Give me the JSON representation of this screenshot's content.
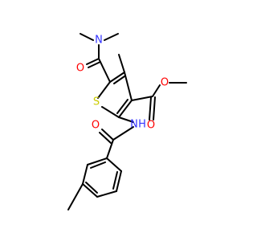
{
  "colors": {
    "bond": "#000000",
    "carbon": "#000000",
    "nitrogen": "#3333ff",
    "oxygen": "#ff0000",
    "sulfur": "#cccc00",
    "background": "#ffffff"
  },
  "atoms": [
    {
      "id": "N1",
      "element": "N",
      "label": "N"
    },
    {
      "id": "O1",
      "element": "O",
      "label": "O"
    },
    {
      "id": "O2",
      "element": "O",
      "label": "O"
    },
    {
      "id": "O3",
      "element": "O",
      "label": "O"
    },
    {
      "id": "O4",
      "element": "O",
      "label": "O"
    },
    {
      "id": "S1",
      "element": "S",
      "label": "S"
    },
    {
      "id": "NH",
      "element": "N",
      "label": "N"
    },
    {
      "id": "H1",
      "element": "H",
      "label": "H"
    }
  ]
}
